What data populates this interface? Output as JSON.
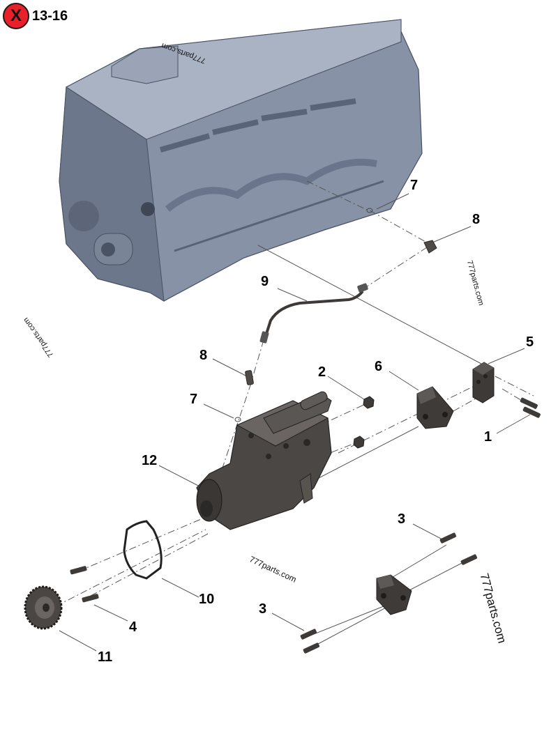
{
  "header": {
    "badge_symbol": "X",
    "reference": "13-16"
  },
  "watermark": "777parts.com",
  "callouts": [
    {
      "id": "c7a",
      "label": "7"
    },
    {
      "id": "c8a",
      "label": "8"
    },
    {
      "id": "c9",
      "label": "9"
    },
    {
      "id": "c5",
      "label": "5"
    },
    {
      "id": "c8b",
      "label": "8"
    },
    {
      "id": "c2",
      "label": "2"
    },
    {
      "id": "c6",
      "label": "6"
    },
    {
      "id": "c7b",
      "label": "7"
    },
    {
      "id": "c1",
      "label": "1"
    },
    {
      "id": "c12",
      "label": "12"
    },
    {
      "id": "c3a",
      "label": "3"
    },
    {
      "id": "c10",
      "label": "10"
    },
    {
      "id": "c3b",
      "label": "3"
    },
    {
      "id": "c4",
      "label": "4"
    },
    {
      "id": "c11",
      "label": "11"
    }
  ],
  "colors": {
    "badge": "#e8202a",
    "block": "#8792a6",
    "block_dark": "#5d6678",
    "pump": "#4b4744",
    "part": "#3d3a38"
  }
}
